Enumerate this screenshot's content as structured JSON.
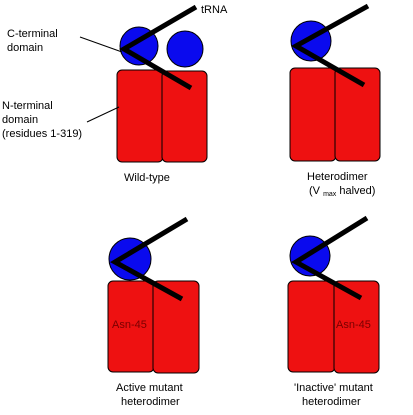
{
  "colors": {
    "subunit_red": "#ee1111",
    "domain_blue": "#0a0aee",
    "trna_black": "#000000",
    "outline": "#000000",
    "residue_label": "#7a0000"
  },
  "labels": {
    "trna": "tRNA",
    "c_terminal_line1": "C-terminal",
    "c_terminal_line2": "domain",
    "n_terminal_line1": "N-terminal",
    "n_terminal_line2": "domain",
    "n_terminal_line3": "(residues 1-319)",
    "residue": "Asn-45"
  },
  "panels": {
    "wild_type": {
      "caption": "Wild-type"
    },
    "heterodimer": {
      "caption_line1": "Heterodimer",
      "vmax_open": "(V",
      "vmax_sub": "max",
      "vmax_close": " halved)"
    },
    "active_mutant": {
      "caption_line1": "Active mutant",
      "caption_line2": "heterodimer"
    },
    "inactive_mutant": {
      "caption_line1": "'Inactive' mutant",
      "caption_line2": "heterodimer"
    }
  }
}
